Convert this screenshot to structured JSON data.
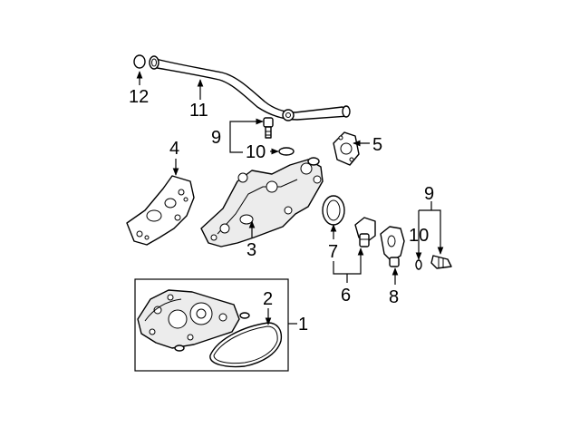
{
  "callouts": [
    {
      "id": "c1",
      "text": "1"
    },
    {
      "id": "c2",
      "text": "2"
    },
    {
      "id": "c3",
      "text": "3"
    },
    {
      "id": "c4",
      "text": "4"
    },
    {
      "id": "c5",
      "text": "5"
    },
    {
      "id": "c6",
      "text": "6"
    },
    {
      "id": "c7",
      "text": "7"
    },
    {
      "id": "c8",
      "text": "8"
    },
    {
      "id": "c9a",
      "text": "9"
    },
    {
      "id": "c9b",
      "text": "9"
    },
    {
      "id": "c10a",
      "text": "10"
    },
    {
      "id": "c10b",
      "text": "10"
    },
    {
      "id": "c11",
      "text": "11"
    },
    {
      "id": "c12",
      "text": "12"
    }
  ]
}
